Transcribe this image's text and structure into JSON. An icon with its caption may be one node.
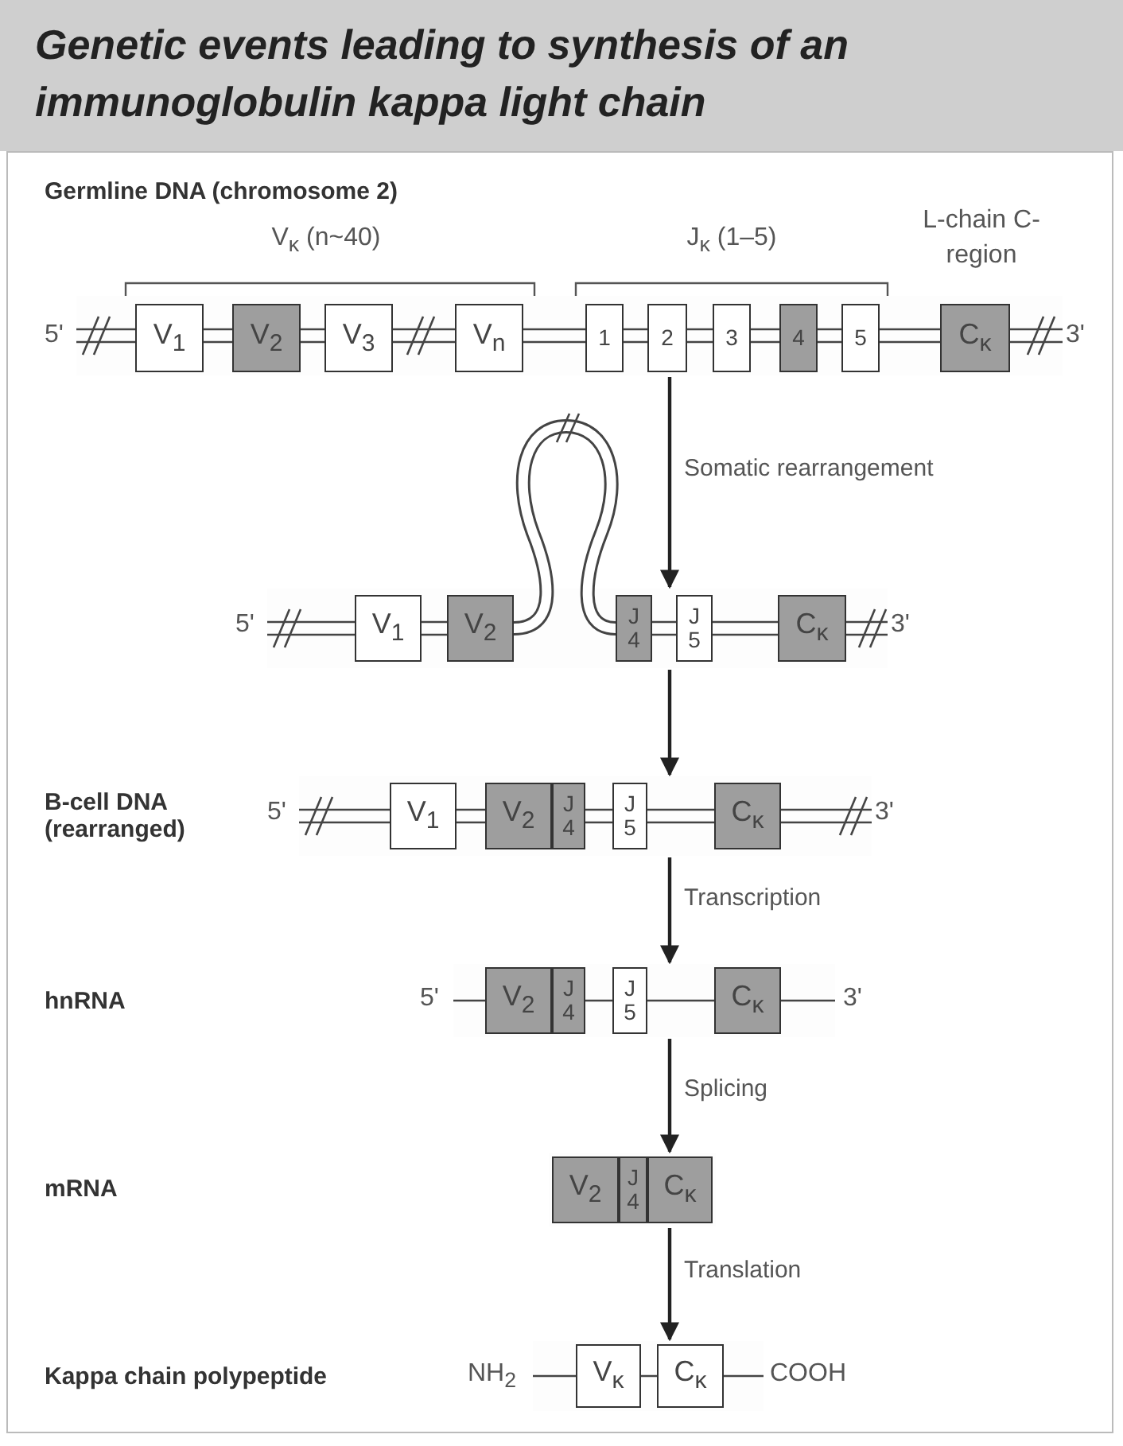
{
  "diagram": {
    "title": "Genetic events leading to synthesis of an immunoglobulin kappa light chain",
    "nodes": [
      {
        "text": [],
        "shape": "bar"
      },
      {
        "text": [
          "V$_{1}$"
        ],
        "in": 0
      },
      {
        "text": [
          "V$_{2}$"
        ],
        "in": 0
      },
      {
        "text": [
          "V$_{3}$"
        ],
        "in": 0
      },
      {
        "text": [
          "V$_{n}$"
        ],
        "in": 0
      },
      {
        "text": [
          "1"
        ],
        "in": 0
      },
      {
        "text": [
          "2"
        ],
        "in": 0
      },
      {
        "text": [
          "3"
        ],
        "in": 0
      },
      {
        "text": [
          "4"
        ],
        "in": 0
      },
      {
        "text": [
          "5"
        ],
        "in": 0
      },
      {
        "text": [
          "C$_{κ}$"
        ],
        "in": 0
      },
      {
        "text": [],
        "shape": "bar"
      },
      {
        "text": [
          "V$_{1}$"
        ],
        "in": 11
      },
      {
        "text": [
          "V$_{2}$"
        ],
        "in": 11
      },
      {
        "text": [
          "J 4"
        ],
        "in": 11
      },
      {
        "text": [
          "J 5"
        ],
        "in": 11
      },
      {
        "text": [
          "C$_{κ}$"
        ],
        "in": 11
      },
      {
        "text": [],
        "shape": "bar"
      },
      {
        "text": [
          "V$_{1}$"
        ],
        "in": 17
      },
      {
        "text": [
          "V$_{2}$"
        ],
        "in": 17
      },
      {
        "text": [
          "J 4"
        ],
        "in": 17
      },
      {
        "text": [
          "J 5"
        ],
        "in": 17
      },
      {
        "text": [
          "C$_{κ}$"
        ],
        "in": 17
      },
      {
        "text": [],
        "shape": "bar"
      },
      {
        "text": [
          "V$_{2}$"
        ],
        "in": 23
      },
      {
        "text": [
          "J 4"
        ],
        "in": 23
      },
      {
        "text": [
          "J 5"
        ],
        "in": 23
      },
      {
        "text": [
          "C$_{κ}$"
        ],
        "in": 23
      },
      {
        "text": [],
        "shape": "bar"
      },
      {
        "text": [
          "V$_{2}$"
        ],
        "in": 28
      },
      {
        "text": [
          "J 4"
        ],
        "in": 28
      },
      {
        "text": [
          "C$_{κ}$"
        ],
        "in": 28
      },
      {
        "text": [],
        "shape": "bar"
      },
      {
        "text": [
          "V$_{κ}$"
        ],
        "in": 32
      },
      {
        "text": [
          "C$_{κ}$"
        ],
        "in": 32
      }
    ],
    "edges": [
      {
        "from": 0,
        "to": 11,
        "arrow": "to",
        "label": "Somatic rearrangement"
      },
      {
        "from": 11,
        "to": 17,
        "arrow": "to"
      },
      {
        "from": 17,
        "to": 23,
        "arrow": "to",
        "label": "Transcription"
      },
      {
        "from": 23,
        "to": 28,
        "arrow": "to",
        "label": "Splicing"
      },
      {
        "from": 28,
        "to": 32,
        "arrow": "to",
        "label": "Translation"
      }
    ],
    "labels": [
      "Germline DNA (chromosome 2)",
      "V$_{κ}$ (n~40)",
      "J$_{κ}$ (1–5)",
      "L-chain C-region",
      "5'",
      "3'",
      "5'",
      "3'",
      "B-cell DNA (rearranged)",
      "5'",
      "3'",
      "hnRNA",
      "5'",
      "3'",
      "mRNA",
      "Kappa chain polypeptide",
      "NH$_{2}$",
      "COOH"
    ]
  }
}
